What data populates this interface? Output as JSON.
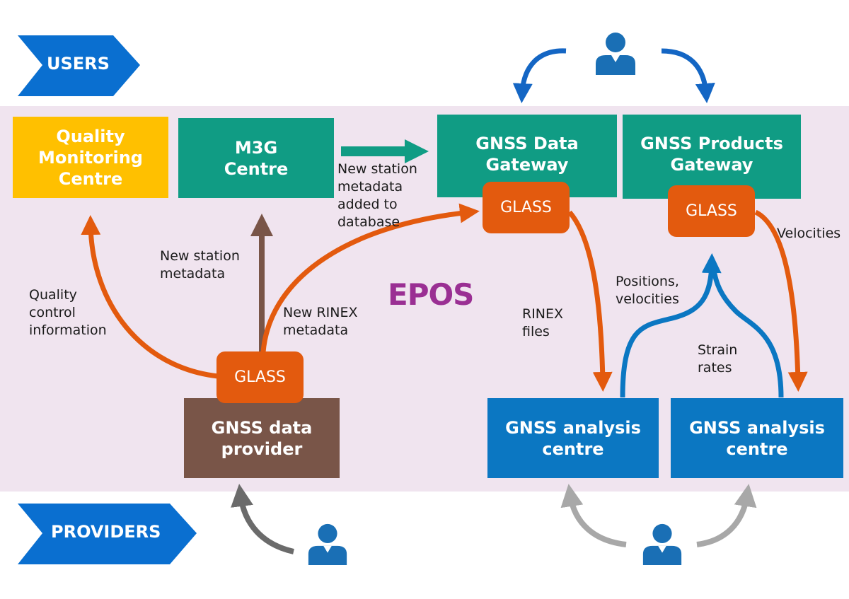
{
  "tiers": {
    "users_label": "USERS",
    "providers_label": "PROVIDERS"
  },
  "boxes": {
    "quality_monitoring": "Quality\nMonitoring\nCentre",
    "m3g": "M3G\nCentre",
    "data_gateway": "GNSS Data\nGateway",
    "products_gateway": "GNSS Products\nGateway",
    "data_provider": "GNSS data\nprovider",
    "analysis_centre_1": "GNSS analysis\ncentre",
    "analysis_centre_2": "GNSS analysis\ncentre"
  },
  "glass": {
    "provider": "GLASS",
    "data_gateway": "GLASS",
    "products_gateway": "GLASS"
  },
  "labels": {
    "new_station_metadata_added": "New station\nmetadata\nadded to\ndatabase",
    "new_station_metadata": "New station\nmetadata",
    "quality_control": "Quality\ncontrol\ninformation",
    "new_rinex_metadata": "New RINEX\nmetadata",
    "rinex_files": "RINEX\nfiles",
    "positions_velocities": "Positions,\nvelocities",
    "velocities": "Velocities",
    "strain_rates": "Strain\nrates"
  },
  "logo": "EPOS",
  "colors": {
    "tier_blue": "#0a6fd0",
    "teal": "#109c84",
    "yellow": "#ffc000",
    "brown": "#795548",
    "analysis_blue": "#0b77c2",
    "glass_orange": "#e35a0e",
    "band": "#f0e4ef",
    "person_blue": "#1a6fb5"
  }
}
